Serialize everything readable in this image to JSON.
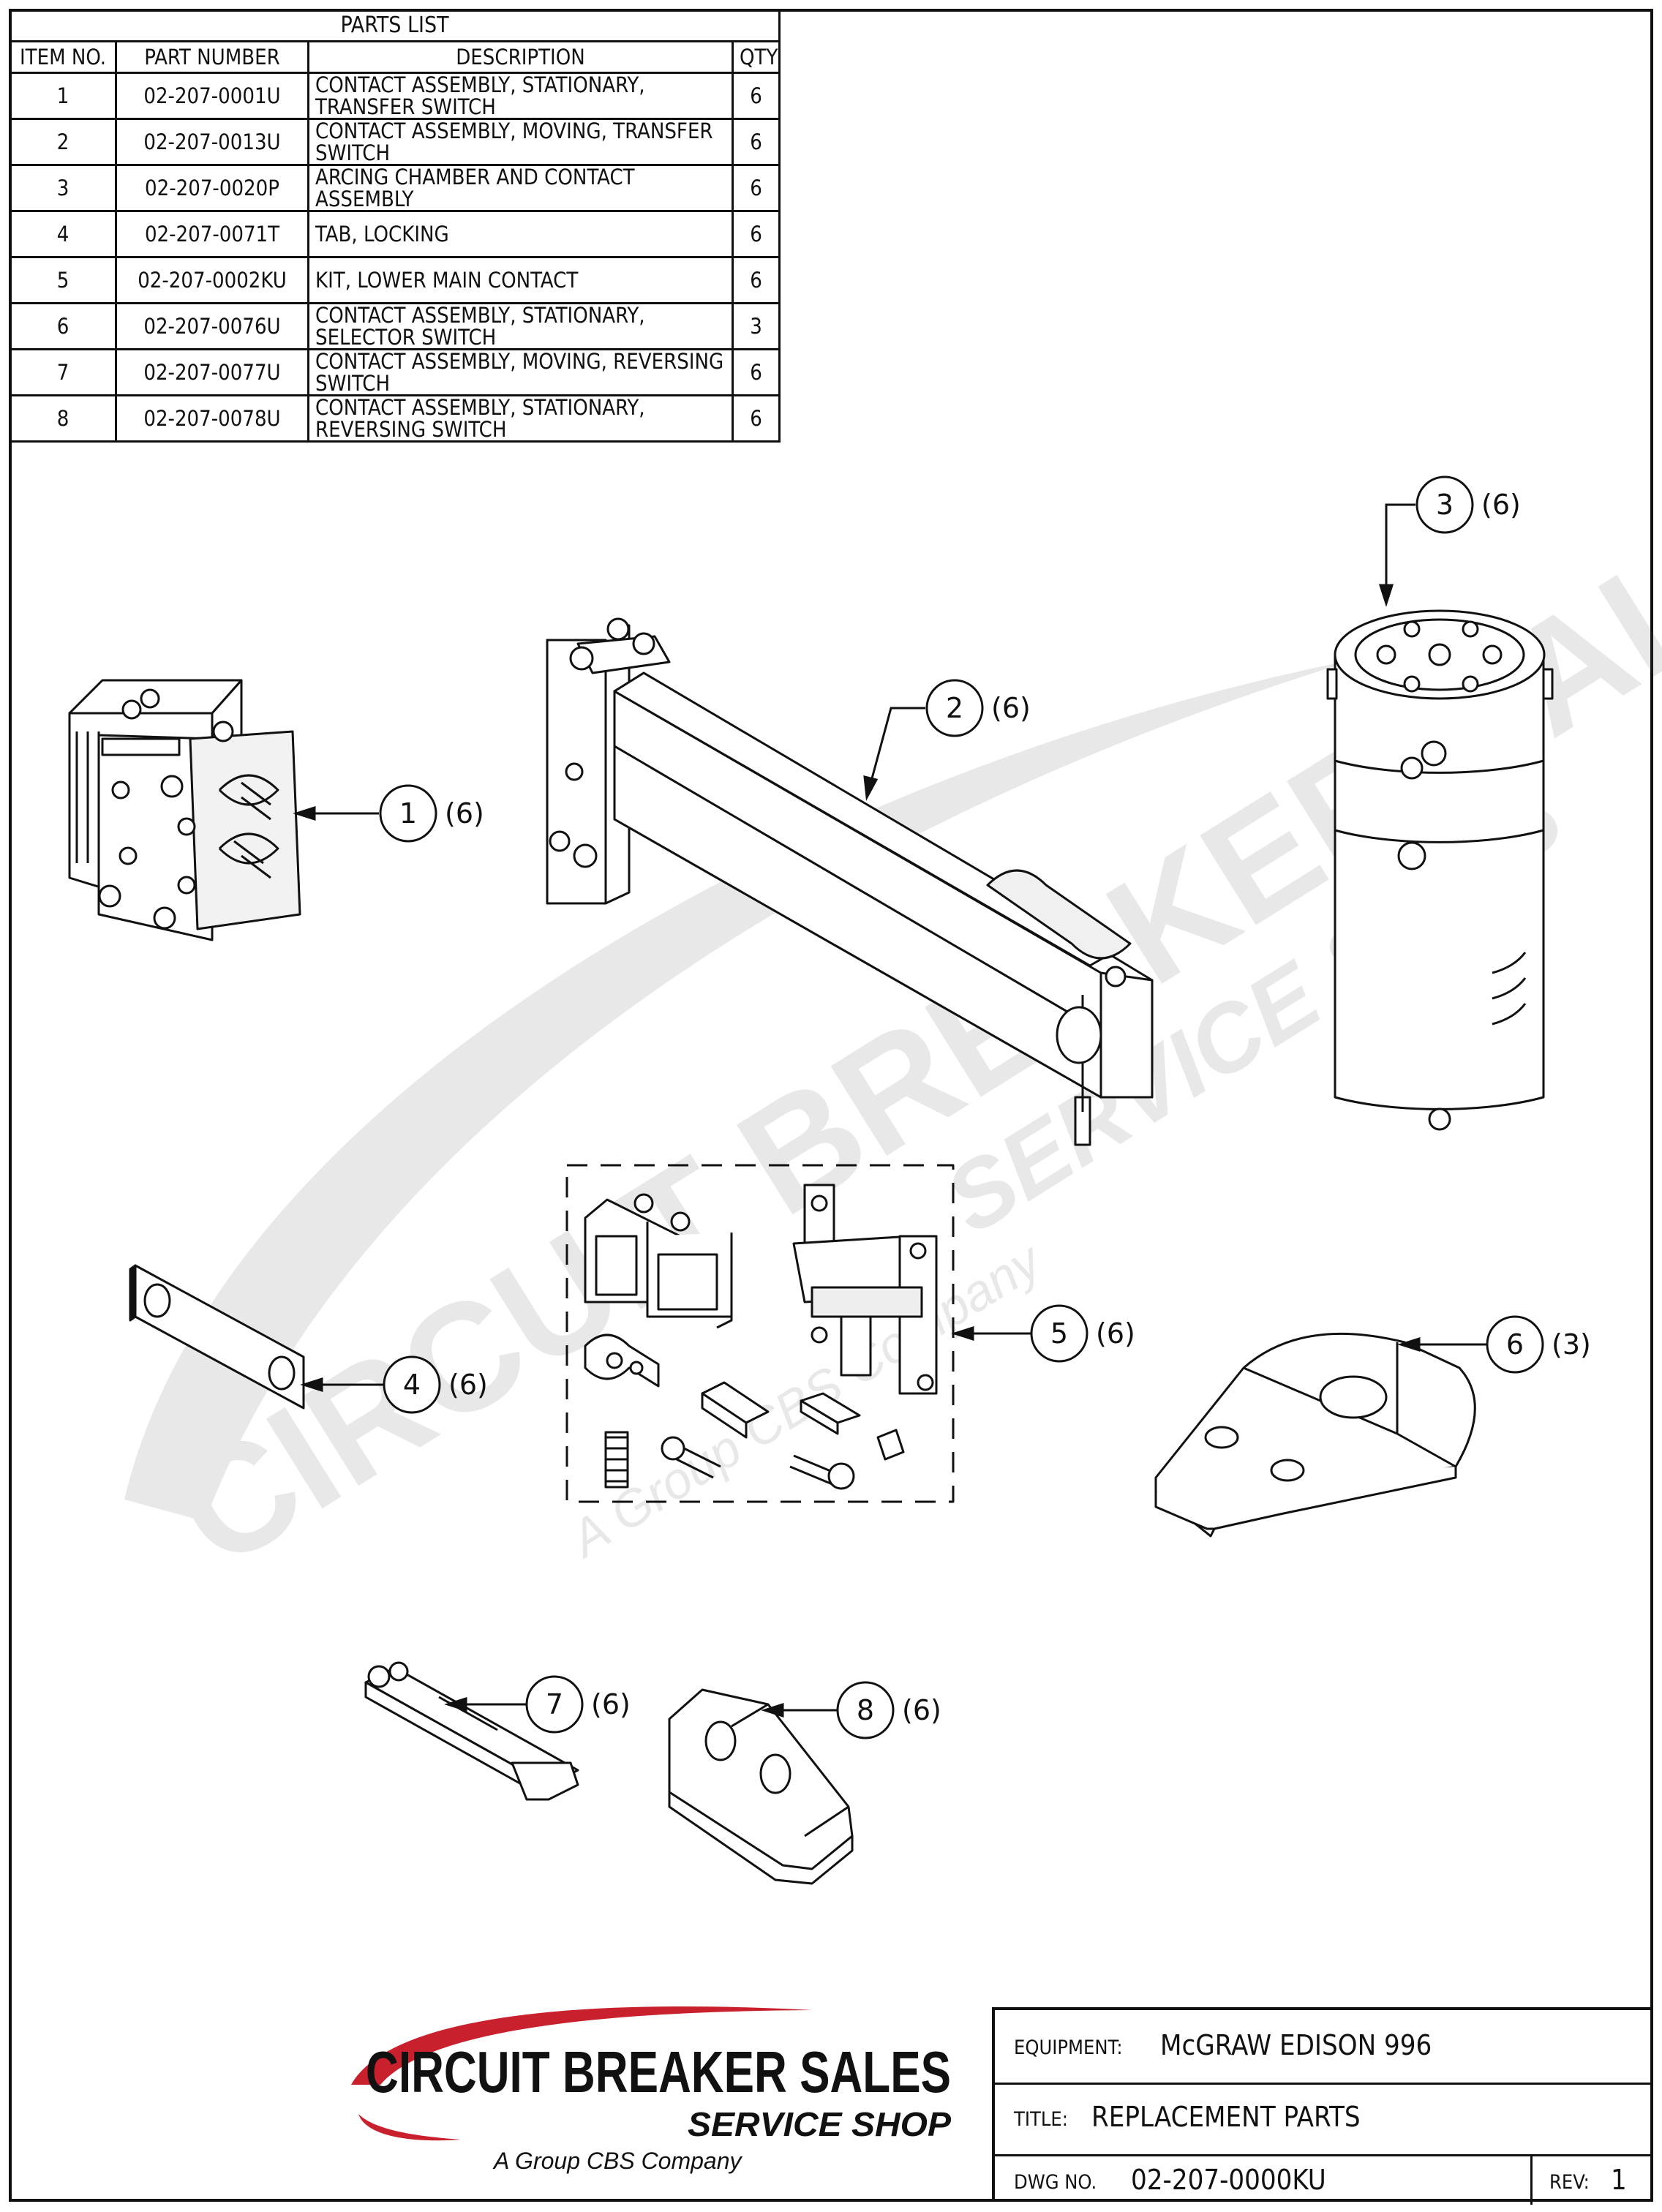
{
  "parts_list": {
    "title": "PARTS LIST",
    "headers": {
      "item_no": "ITEM NO.",
      "part_number": "PART NUMBER",
      "description": "DESCRIPTION",
      "qty": "QTY"
    },
    "rows": [
      {
        "item": "1",
        "part": "02-207-0001U",
        "desc": "CONTACT ASSEMBLY, STATIONARY,\nTRANSFER SWITCH",
        "qty": "6"
      },
      {
        "item": "2",
        "part": "02-207-0013U",
        "desc": "CONTACT ASSEMBLY, MOVING, TRANSFER\nSWITCH",
        "qty": "6"
      },
      {
        "item": "3",
        "part": "02-207-0020P",
        "desc": "ARCING CHAMBER AND CONTACT ASSEMBLY",
        "qty": "6"
      },
      {
        "item": "4",
        "part": "02-207-0071T",
        "desc": "TAB, LOCKING",
        "qty": "6"
      },
      {
        "item": "5",
        "part": "02-207-0002KU",
        "desc": "KIT, LOWER MAIN CONTACT",
        "qty": "6"
      },
      {
        "item": "6",
        "part": "02-207-0076U",
        "desc": "CONTACT ASSEMBLY, STATIONARY,\nSELECTOR  SWITCH",
        "qty": "3"
      },
      {
        "item": "7",
        "part": "02-207-0077U",
        "desc": "CONTACT ASSEMBLY, MOVING, REVERSING\nSWITCH",
        "qty": "6"
      },
      {
        "item": "8",
        "part": "02-207-0078U",
        "desc": "CONTACT ASSEMBLY, STATIONARY,\nREVERSING SWITCH",
        "qty": "6"
      }
    ]
  },
  "callouts": [
    {
      "item": "1",
      "qty": "(6)"
    },
    {
      "item": "2",
      "qty": "(6)"
    },
    {
      "item": "3",
      "qty": "(6)"
    },
    {
      "item": "4",
      "qty": "(6)"
    },
    {
      "item": "5",
      "qty": "(6)"
    },
    {
      "item": "6",
      "qty": "(3)"
    },
    {
      "item": "7",
      "qty": "(6)"
    },
    {
      "item": "8",
      "qty": "(6)"
    }
  ],
  "watermark": {
    "line1": "CIRCUIT BREAKER SALES",
    "line2": "SERVICE SHOP",
    "line3": "A Group CBS Company"
  },
  "logo": {
    "name": "CIRCUIT BREAKER SALES",
    "sub": "SERVICE SHOP",
    "tagline": "A Group CBS Company",
    "red": "#c8202c"
  },
  "title_block": {
    "equipment_label": "EQUIPMENT:",
    "equipment_value": "McGRAW EDISON 996",
    "title_label": "TITLE:",
    "title_value": "REPLACEMENT PARTS",
    "dwg_label": "DWG NO.",
    "dwg_value": "02-207-0000KU",
    "rev_label": "REV:",
    "rev_value": "1"
  }
}
